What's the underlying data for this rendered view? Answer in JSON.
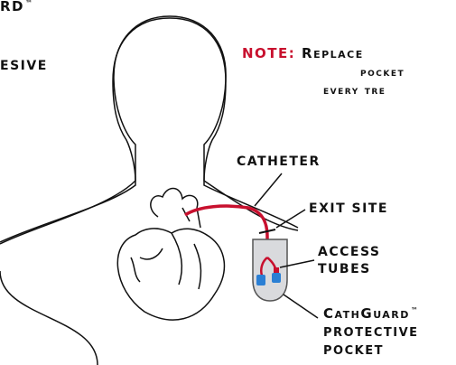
{
  "labels": {
    "top_left_brand": "RD",
    "top_left_tm": "™",
    "left_adhesive": "ESIVE",
    "note_keyword": "NOTE:",
    "note_line1": " Replace",
    "note_line2": "pocket",
    "note_line3": "every tre",
    "catheter": "CATHETER",
    "exit_site": "EXIT SITE",
    "access_line1": "ACCESS",
    "access_line2": "TUBES",
    "brand_line1": "CathGuard",
    "brand_tm": "™",
    "brand_line2": "PROTECTIVE",
    "brand_line3": "POCKET"
  },
  "colors": {
    "note_red": "#c8102e",
    "catheter_red": "#c8102e",
    "tube_blue": "#2a7fd4",
    "outline": "#111111"
  }
}
